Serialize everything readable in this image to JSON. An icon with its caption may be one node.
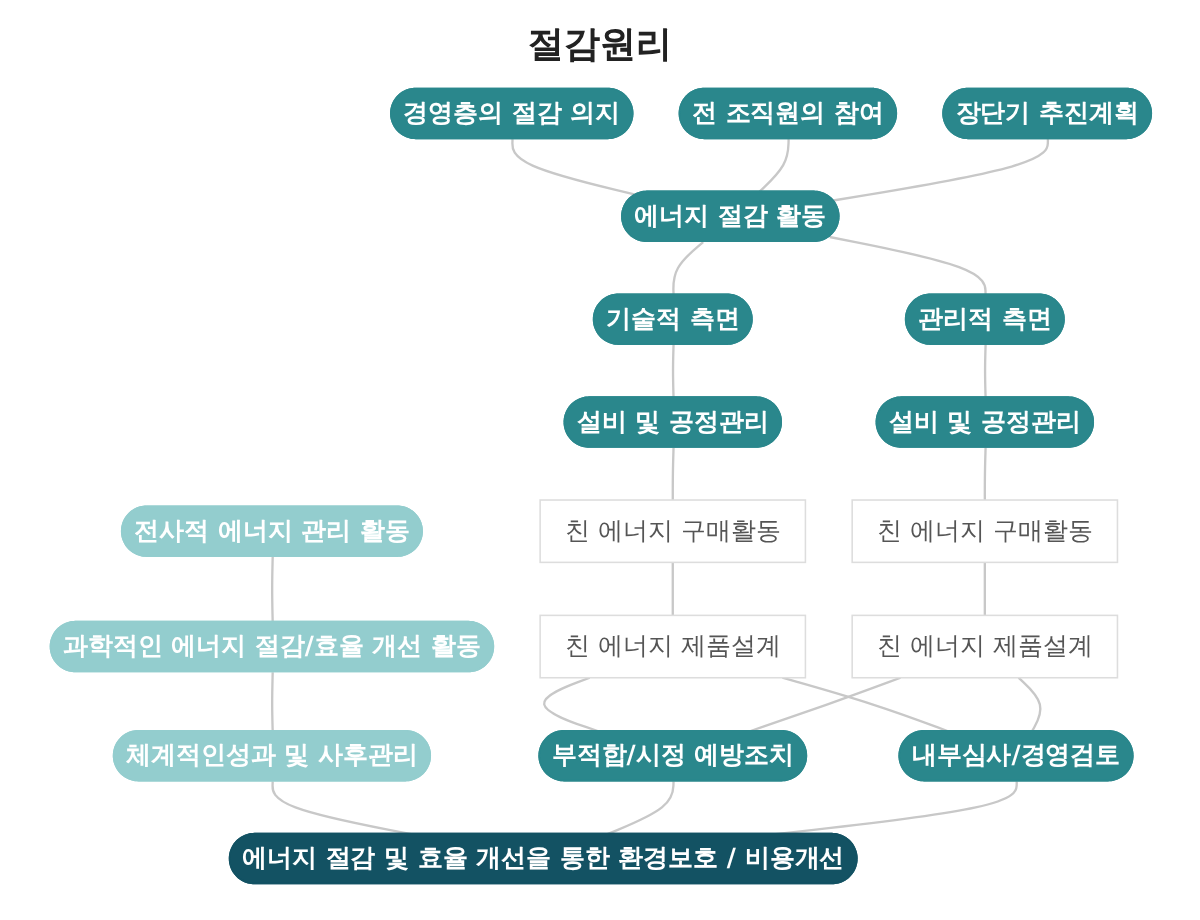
{
  "diagram": {
    "title": "절감원리",
    "nodes": [
      {
        "text": [
          "전사적 에너지 관리 활동"
        ]
      },
      {
        "text": [
          "과학적인 에너지 절감/효율 개선 활동"
        ]
      },
      {
        "text": [
          "체계적인성과 및 사후관리"
        ]
      },
      {
        "text": [
          "경영층의 절감 의지"
        ]
      },
      {
        "text": [
          "전 조직원의 참여"
        ]
      },
      {
        "text": [
          "장단기 추진계획"
        ]
      },
      {
        "text": [
          "에너지 절감 활동"
        ]
      },
      {
        "text": [
          "기술적 측면"
        ]
      },
      {
        "text": [
          "관리적 측면"
        ]
      },
      {
        "text": [
          "설비 및 공정관리"
        ]
      },
      {
        "text": [
          "설비 및 공정관리"
        ]
      },
      {
        "text": [
          "친 에너지 구매활동"
        ]
      },
      {
        "text": [
          "친 에너지 제품설계"
        ]
      },
      {
        "text": [
          "친 에너지 구매활동"
        ]
      },
      {
        "text": [
          "친 에너지 제품설계"
        ]
      },
      {
        "text": [
          "부적합/시정 예방조치"
        ]
      },
      {
        "text": [
          "내부심사/경영검토"
        ]
      },
      {
        "text": [
          "에너지 절감 및 효율 개선을 통한 환경보호 / 비용개선"
        ]
      }
    ],
    "edges": [
      {
        "from": 0,
        "to": 1,
        "arrow": "none"
      },
      {
        "from": 1,
        "to": 2,
        "arrow": "none"
      },
      {
        "from": 2,
        "to": 17,
        "arrow": "none"
      },
      {
        "from": 3,
        "to": 6,
        "arrow": "none"
      },
      {
        "from": 4,
        "to": 6,
        "arrow": "none"
      },
      {
        "from": 5,
        "to": 6,
        "arrow": "none"
      },
      {
        "from": 6,
        "to": 7,
        "arrow": "none"
      },
      {
        "from": 6,
        "to": 8,
        "arrow": "none"
      },
      {
        "from": 7,
        "to": 9,
        "arrow": "none"
      },
      {
        "from": 8,
        "to": 10,
        "arrow": "none"
      },
      {
        "from": 9,
        "to": 11,
        "arrow": "none"
      },
      {
        "from": 11,
        "to": 12,
        "arrow": "none"
      },
      {
        "from": 10,
        "to": 13,
        "arrow": "none"
      },
      {
        "from": 13,
        "to": 14,
        "arrow": "none"
      },
      {
        "from": 12,
        "to": 15,
        "arrow": "none"
      },
      {
        "from": 12,
        "to": 16,
        "arrow": "none"
      },
      {
        "from": 14,
        "to": 15,
        "arrow": "none"
      },
      {
        "from": 14,
        "to": 16,
        "arrow": "none"
      },
      {
        "from": 15,
        "to": 17,
        "arrow": "none"
      },
      {
        "from": 16,
        "to": 17,
        "arrow": "none"
      }
    ]
  }
}
